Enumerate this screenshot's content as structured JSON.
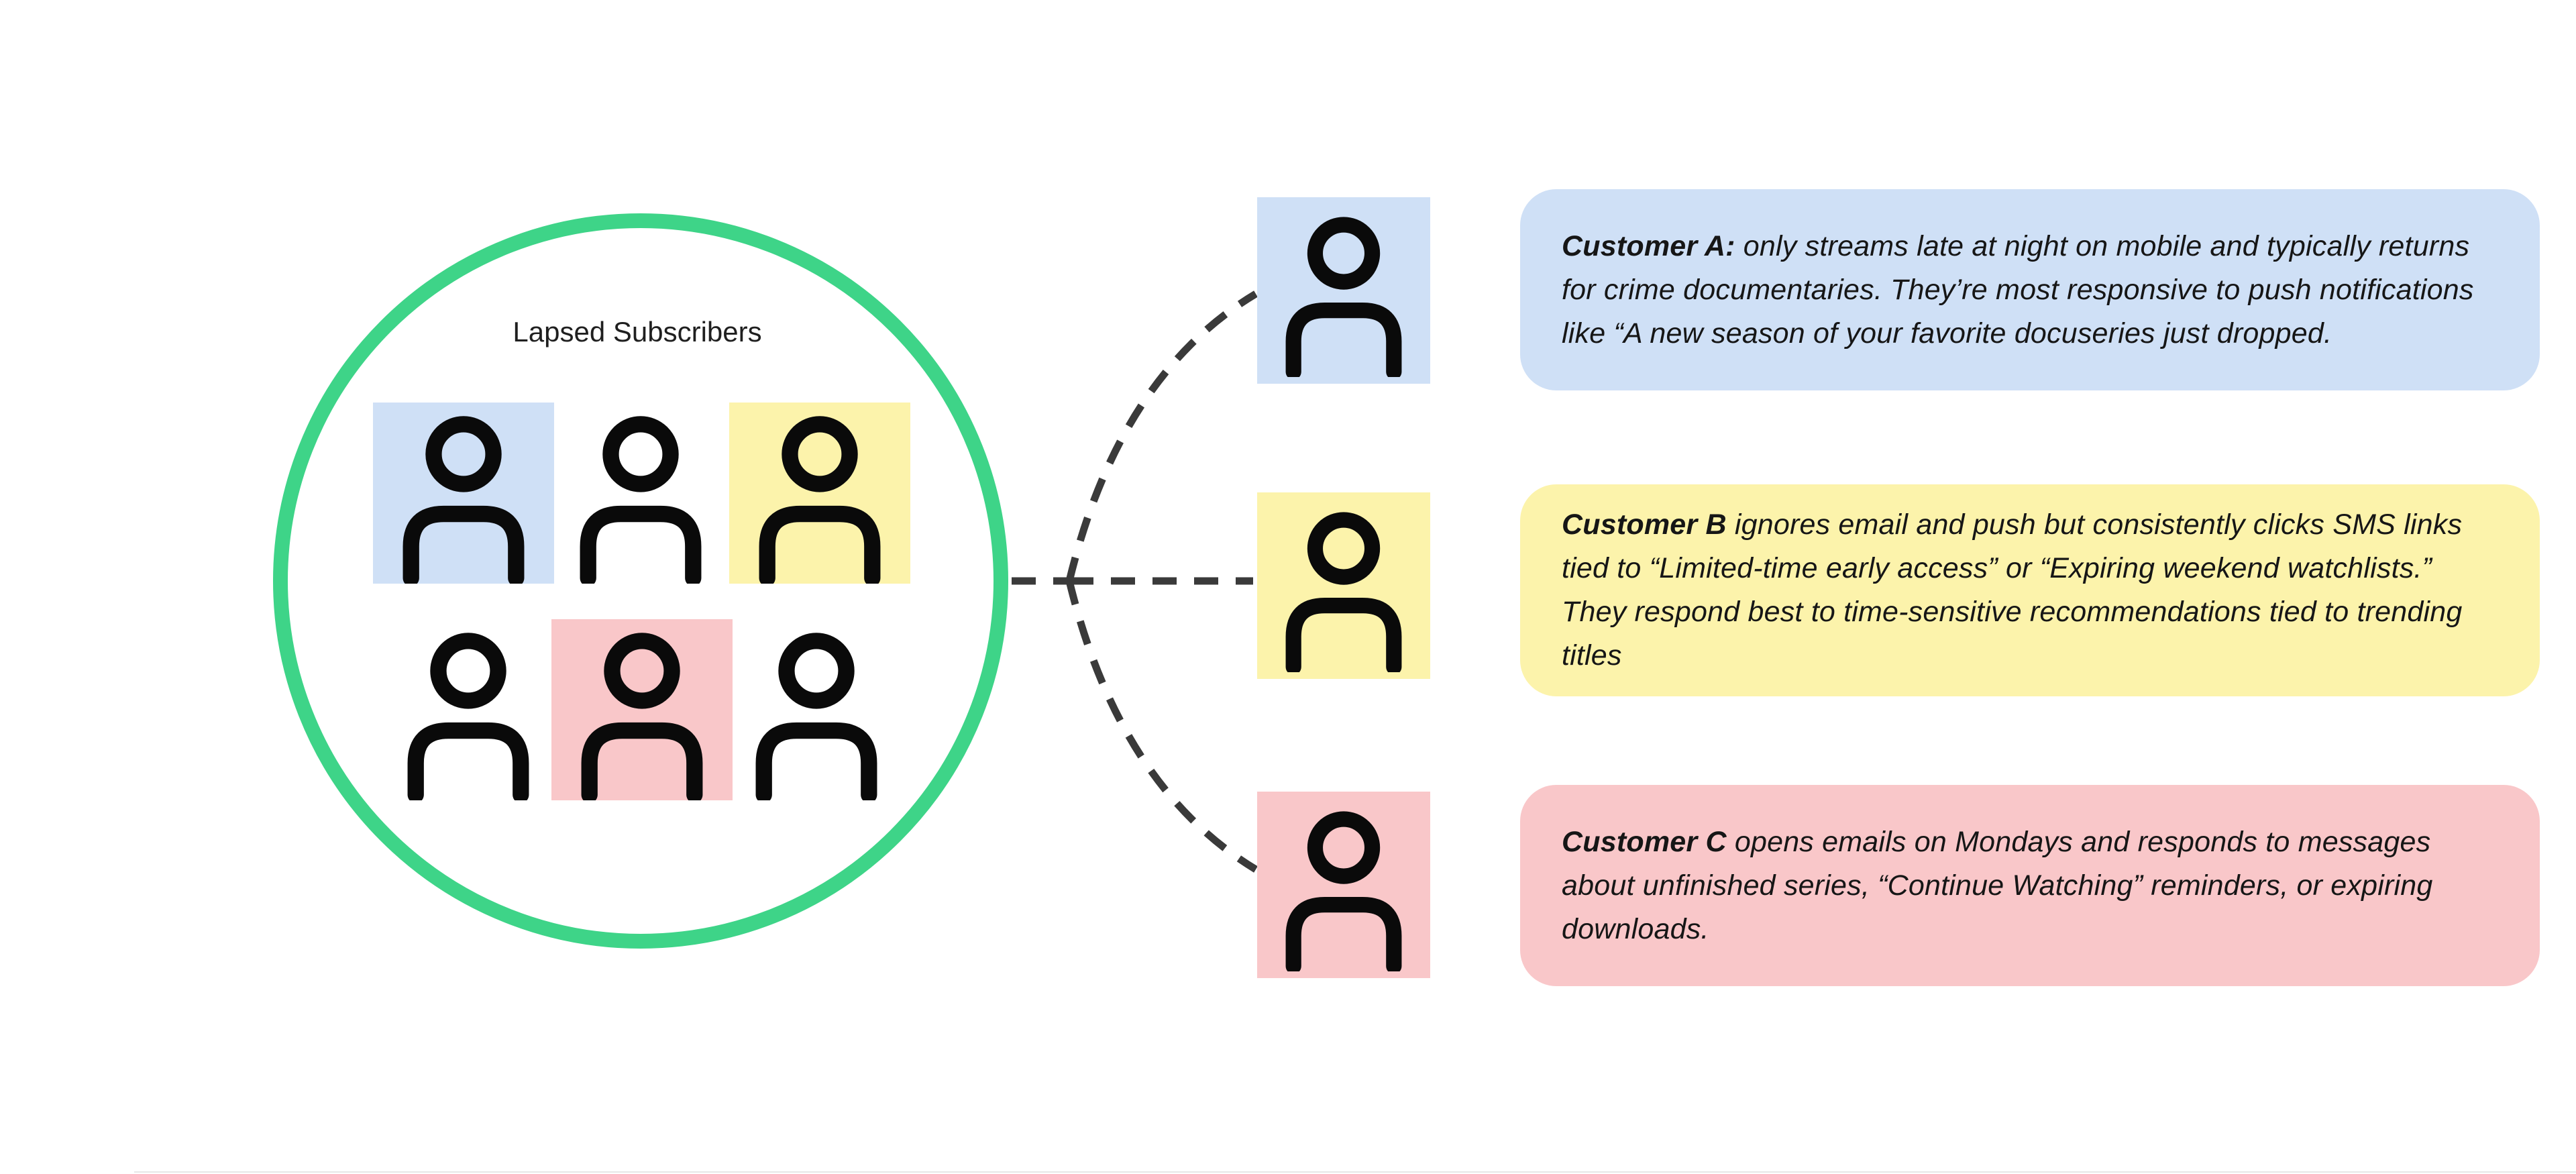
{
  "colors": {
    "background": "#ffffff",
    "circle_stroke": "#3ed488",
    "blue": "#cfe0f6",
    "yellow": "#fcf3ab",
    "pink": "#f9c7c9",
    "icon_stroke": "#0a0a0a",
    "connector": "#3a3a3a",
    "text": "#1f1f1f"
  },
  "cluster": {
    "label": "Lapsed Subscribers",
    "members": [
      "blue",
      "plain",
      "yellow",
      "plain",
      "pink",
      "plain"
    ]
  },
  "customers": [
    {
      "id": "A",
      "tile": "blue",
      "label": "Customer A:",
      "description": " only streams late at night on mobile and typically returns for crime documentaries. They’re most responsive to push notifications like “A new season of your favorite docuseries just dropped."
    },
    {
      "id": "B",
      "tile": "yellow",
      "label": "Customer B",
      "description": " ignores email and push but consistently clicks SMS links tied to “Limited-time early access” or “Expiring weekend watchlists.” They respond best to time-sensitive recommendations tied to trending titles"
    },
    {
      "id": "C",
      "tile": "pink",
      "label": "Customer C",
      "description": " opens emails on Mondays and responds to messages about unfinished series, “Continue Watching” reminders, or expiring downloads."
    }
  ]
}
